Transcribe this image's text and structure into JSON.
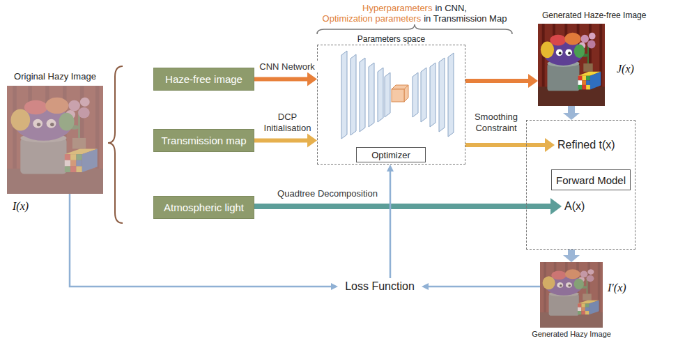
{
  "diagram": {
    "nodes": [
      {
        "text": [
          "Original Hazy Image",
          "I(x)"
        ]
      },
      {
        "text": [
          "Haze-free image"
        ]
      },
      {
        "text": [
          "Transmission map"
        ]
      },
      {
        "text": [
          "Atmospheric light"
        ]
      },
      {
        "text": [
          "Parameters space"
        ]
      },
      {
        "text": [
          "Optimizer"
        ],
        "in": 4
      },
      {
        "text": [
          "Generated Haze-free Image",
          "J(x)"
        ]
      },
      {
        "text": []
      },
      {
        "text": [
          "Refined t(x)"
        ],
        "in": 7
      },
      {
        "text": [
          "Forward Model"
        ],
        "in": 7
      },
      {
        "text": [
          "A(x)"
        ],
        "in": 7
      },
      {
        "text": [
          "I′(x)",
          "Generated Hazy Image"
        ]
      },
      {
        "text": [
          "Loss Function"
        ]
      }
    ],
    "edges": [
      {
        "from": 1,
        "to": 4,
        "arrow": "to",
        "label": "CNN Network"
      },
      {
        "from": 2,
        "to": 4,
        "arrow": "to",
        "label": "DCP Initialisation"
      },
      {
        "from": 3,
        "to": 10,
        "arrow": "to",
        "label": "Quadtree Decomposition"
      },
      {
        "from": 4,
        "to": 6,
        "arrow": "to"
      },
      {
        "from": 4,
        "to": 8,
        "arrow": "to",
        "label": "Smoothing Constraint"
      },
      {
        "from": 6,
        "to": 7,
        "arrow": "to"
      },
      {
        "from": 7,
        "to": 11,
        "arrow": "to"
      },
      {
        "from": 0,
        "to": 12,
        "arrow": "to"
      },
      {
        "from": 11,
        "to": 12,
        "arrow": "to"
      },
      {
        "from": 12,
        "to": 4,
        "arrow": "to"
      }
    ],
    "labels": [
      "Hyperparameters",
      "in CNN,",
      "Optimization parameters",
      "in Transmission Map"
    ]
  }
}
